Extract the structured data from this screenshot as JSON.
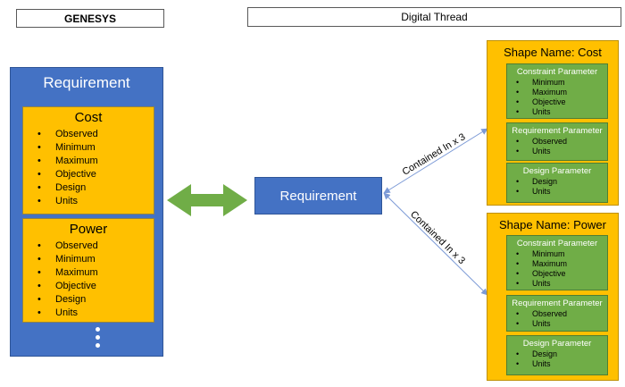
{
  "colors": {
    "node_blue": "#4472C4",
    "attribute_yellow": "#FFC000",
    "parameter_green": "#70AD47",
    "connector_blue": "#7C9AD6"
  },
  "genesys": {
    "header_label": "GENESYS",
    "requirement_title": "Requirement",
    "sections": [
      {
        "title": "Cost",
        "items": [
          "Observed",
          "Minimum",
          "Maximum",
          "Objective",
          "Design",
          "Units"
        ]
      },
      {
        "title": "Power",
        "items": [
          "Observed",
          "Minimum",
          "Maximum",
          "Objective",
          "Design",
          "Units"
        ]
      }
    ],
    "more_indicator_icon": "vertical-ellipsis"
  },
  "digital_thread": {
    "header_label": "Digital Thread",
    "requirement_label": "Requirement",
    "sync_icon": "double-headed-arrow",
    "connectors": [
      {
        "label": "Contained In x 3"
      },
      {
        "label": "Contained In x 3"
      }
    ],
    "shapes": [
      {
        "title": "Shape Name: Cost",
        "parameters": [
          {
            "title": "Constraint Parameter",
            "items": [
              "Minimum",
              "Maximum",
              "Objective",
              "Units"
            ]
          },
          {
            "title": "Requirement Parameter",
            "items": [
              "Observed",
              "Units"
            ]
          },
          {
            "title": "Design Parameter",
            "items": [
              "Design",
              "Units"
            ]
          }
        ]
      },
      {
        "title": "Shape Name: Power",
        "parameters": [
          {
            "title": "Constraint Parameter",
            "items": [
              "Minimum",
              "Maximum",
              "Objective",
              "Units"
            ]
          },
          {
            "title": "Requirement Parameter",
            "items": [
              "Observed",
              "Units"
            ]
          },
          {
            "title": "Design Parameter",
            "items": [
              "Design",
              "Units"
            ]
          }
        ]
      }
    ]
  }
}
